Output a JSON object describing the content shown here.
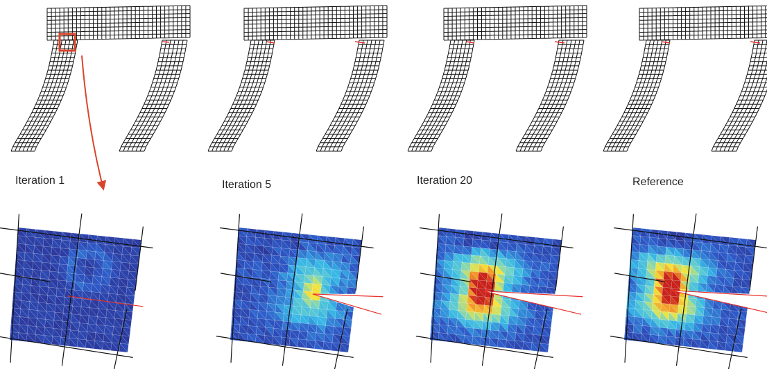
{
  "labels": {
    "iteration_1": "Iteration 1",
    "iteration_5": "Iteration 5",
    "iteration_20": "Iteration 20",
    "reference": "Reference"
  },
  "colors": {
    "mesh_line": "#111111",
    "crack": "#e8302a",
    "highlight_box": "#d9452b",
    "field_low": "#2b2f8f",
    "field_mid": "#36b6e6",
    "field_high": "#f4e53a",
    "field_peak": "#c8231c"
  },
  "panels": [
    {
      "name": "iteration-1",
      "crack_depth": 0.0,
      "stress_level": 0.05
    },
    {
      "name": "iteration-5",
      "crack_depth": 0.35,
      "stress_level": 0.45
    },
    {
      "name": "iteration-20",
      "crack_depth": 0.6,
      "stress_level": 1.0
    },
    {
      "name": "reference",
      "crack_depth": 0.65,
      "stress_level": 1.0
    }
  ]
}
